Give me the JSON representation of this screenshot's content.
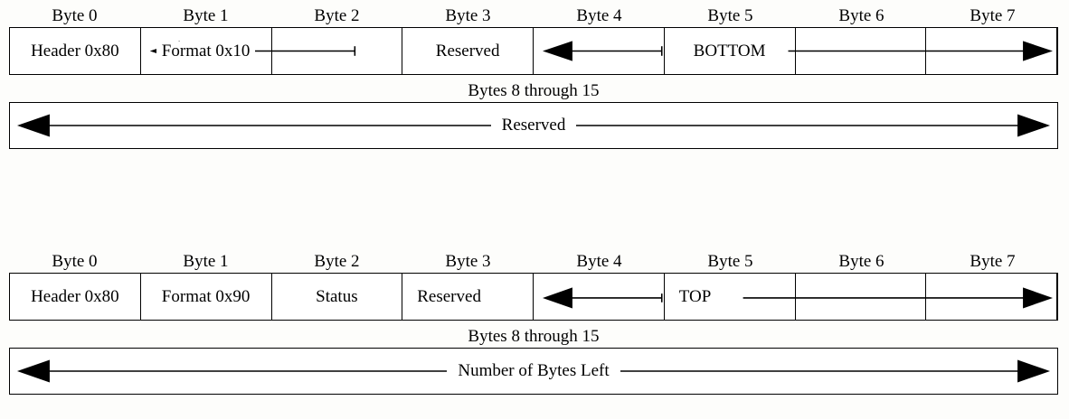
{
  "document": {
    "title": "Byte frame format diagrams",
    "background_color": "#fdfdfb",
    "line_color": "#000000",
    "byte_headers": [
      "Byte 0",
      "Byte 1",
      "Byte 2",
      "Byte 3",
      "Byte 4",
      "Byte 5",
      "Byte 6",
      "Byte 7"
    ]
  },
  "diagram_1": {
    "name": "command-frame",
    "byte_headers": [
      "Byte 0",
      "Byte 1",
      "Byte 2",
      "Byte 3",
      "Byte 4",
      "Byte 5",
      "Byte 6",
      "Byte 7"
    ],
    "cells": [
      {
        "byte": 0,
        "label": "Header 0x80",
        "align": "center",
        "arrow": "none"
      },
      {
        "byte": 1,
        "label": "Format 0x10",
        "align": "center",
        "arrow": "none"
      },
      {
        "byte": 2,
        "label": "",
        "align": "center",
        "arrow": "left-head"
      },
      {
        "byte": 3,
        "label": "Reserved",
        "align": "center",
        "arrow": "line-left"
      },
      {
        "byte": 4,
        "label": "",
        "align": "center",
        "arrow": "left-head"
      },
      {
        "byte": 5,
        "label": "BOTTOM",
        "align": "center",
        "arrow": "line-right"
      },
      {
        "byte": 6,
        "label": "",
        "align": "center",
        "arrow": "line"
      },
      {
        "byte": 7,
        "label": "",
        "align": "center",
        "arrow": "right-head"
      }
    ],
    "fields": [
      {
        "name": "Header 0x80",
        "bytes": "0"
      },
      {
        "name": "Format 0x10",
        "bytes": "1"
      },
      {
        "name": "Reserved",
        "bytes": "2-3"
      },
      {
        "name": "BOTTOM",
        "bytes": "4-7"
      }
    ],
    "wide_row": {
      "header": "Bytes 8 through 15",
      "label": "Reserved",
      "arrow": "bidirectional"
    }
  },
  "diagram_2": {
    "name": "response-frame",
    "byte_headers": [
      "Byte 0",
      "Byte 1",
      "Byte 2",
      "Byte 3",
      "Byte 4",
      "Byte 5",
      "Byte 6",
      "Byte 7"
    ],
    "cells": [
      {
        "byte": 0,
        "label": "Header 0x80",
        "align": "center",
        "arrow": "none"
      },
      {
        "byte": 1,
        "label": "Format 0x90",
        "align": "center",
        "arrow": "none"
      },
      {
        "byte": 2,
        "label": "Status",
        "align": "center",
        "arrow": "none"
      },
      {
        "byte": 3,
        "label": "Reserved",
        "align": "left",
        "arrow": "none"
      },
      {
        "byte": 4,
        "label": "",
        "align": "center",
        "arrow": "left-head"
      },
      {
        "byte": 5,
        "label": "TOP",
        "align": "left",
        "arrow": "line-right"
      },
      {
        "byte": 6,
        "label": "",
        "align": "center",
        "arrow": "line"
      },
      {
        "byte": 7,
        "label": "",
        "align": "center",
        "arrow": "right-head"
      }
    ],
    "fields": [
      {
        "name": "Header 0x80",
        "bytes": "0"
      },
      {
        "name": "Format 0x90",
        "bytes": "1"
      },
      {
        "name": "Status",
        "bytes": "2"
      },
      {
        "name": "Reserved",
        "bytes": "3"
      },
      {
        "name": "TOP",
        "bytes": "4-7"
      }
    ],
    "wide_row": {
      "header": "Bytes 8 through 15",
      "label": "Number of Bytes Left",
      "arrow": "bidirectional"
    }
  }
}
